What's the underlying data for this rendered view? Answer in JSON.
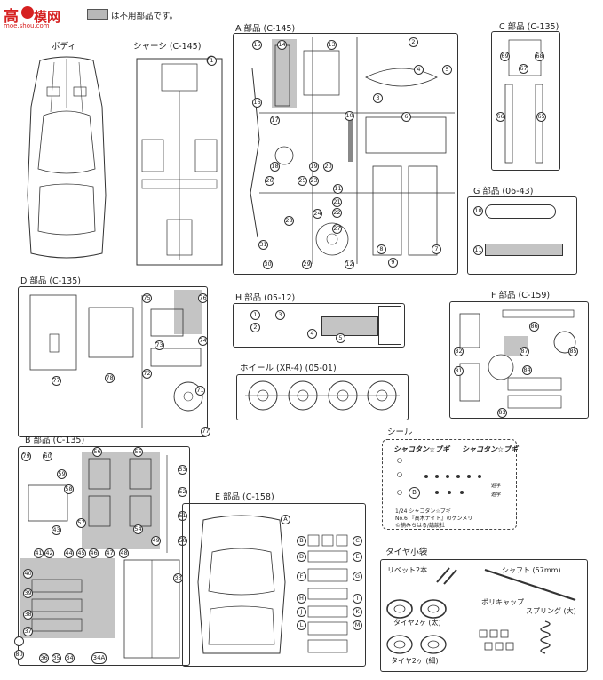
{
  "watermark": {
    "logo_text": "高",
    "brand": "模网",
    "url": "moe.shou.com"
  },
  "legend": {
    "text": "は不用部品です。"
  },
  "sections": {
    "body": {
      "title": "ボディ"
    },
    "chassis": {
      "title": "シャーシ (C-145)"
    },
    "a_parts": {
      "title": "A 部品 (C-145)"
    },
    "c_parts": {
      "title": "C 部品 (C-135)"
    },
    "g_parts": {
      "title": "G 部品 (06-43)"
    },
    "d_parts": {
      "title": "D 部品 (C-135)"
    },
    "h_parts": {
      "title": "H 部品 (05-12)"
    },
    "f_parts": {
      "title": "F 部品 (C-159)"
    },
    "wheel": {
      "title": "ホイール (XR-4) (05-01)"
    },
    "b_parts": {
      "title": "B 部品 (C-135)"
    },
    "seal": {
      "title": "シール"
    },
    "e_parts": {
      "title": "E 部品 (C-158)"
    },
    "tire_bag": {
      "title": "タイヤ小袋"
    }
  },
  "seal": {
    "logo1": "シャコタン☆ブギ",
    "logo2": "シャコタン☆ブギ",
    "text_line1": "1/24 シャコタン☆ブギ",
    "text_line2": "No.6 『高木ナイト』のケンメリ",
    "text_line3": "©楠みちはる/講談社",
    "mark_b": "B",
    "small_jp1": "遊学",
    "small_jp2": "遊学"
  },
  "tire_bag": {
    "rivet": "リベット2本",
    "shaft": "シャフト (57mm)",
    "tire_thick": "タイヤ2ヶ (太)",
    "polycap": "ポリキャップ",
    "spring": "スプリング (大)",
    "tire_thin": "タイヤ2ヶ (細)"
  },
  "part_numbers": {
    "chassis": [
      "1"
    ],
    "a": [
      "2",
      "3",
      "4",
      "5",
      "6",
      "7",
      "8",
      "9",
      "10",
      "11",
      "12",
      "13",
      "14",
      "15",
      "16",
      "17",
      "18",
      "19",
      "20",
      "21",
      "22",
      "23",
      "24",
      "25",
      "26",
      "27",
      "28",
      "29",
      "30",
      "31"
    ],
    "c": [
      "65",
      "66",
      "67",
      "68",
      "69"
    ],
    "g": [
      "10",
      "11"
    ],
    "d": [
      "71",
      "72",
      "73",
      "74",
      "75",
      "76",
      "77",
      "78"
    ],
    "h": [
      "1",
      "2",
      "3",
      "4",
      "5"
    ],
    "f": [
      "81",
      "82",
      "83",
      "84",
      "85",
      "86",
      "87"
    ],
    "b": [
      "33",
      "34",
      "34A",
      "35",
      "36",
      "37",
      "38",
      "39",
      "40",
      "41",
      "42",
      "43",
      "44",
      "45",
      "46",
      "47",
      "48",
      "49",
      "50",
      "51",
      "52",
      "53",
      "54",
      "55",
      "56",
      "57",
      "58",
      "59",
      "60",
      "79",
      "80"
    ],
    "e_left": [
      "A",
      "B",
      "D",
      "F",
      "H",
      "J",
      "L"
    ],
    "e_right": [
      "C",
      "E",
      "G",
      "I",
      "K",
      "M"
    ]
  }
}
